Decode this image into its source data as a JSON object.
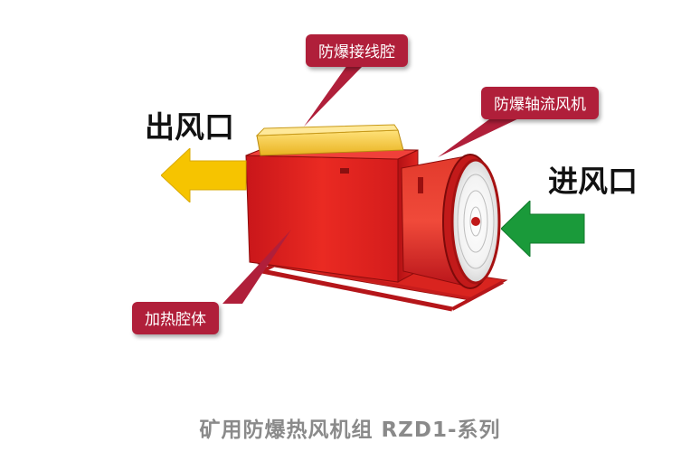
{
  "labels": {
    "outlet": "出风口",
    "inlet": "进风口"
  },
  "callouts": {
    "junction_box": "防爆接线腔",
    "axial_fan": "防爆轴流风机",
    "heating_chamber": "加热腔体"
  },
  "caption": "矿用防爆热风机组  RZD1-系列",
  "colors": {
    "callout_bg": "#b01f3a",
    "machine_red": "#e8231f",
    "junction_yellow": "#f2c12e",
    "outlet_arrow": "#f6c400",
    "inlet_arrow": "#1a9a3a",
    "caption_gray": "#8a8a8a"
  },
  "icons": {
    "outlet_arrow": "arrow-left-yellow",
    "inlet_arrow": "arrow-left-green"
  }
}
